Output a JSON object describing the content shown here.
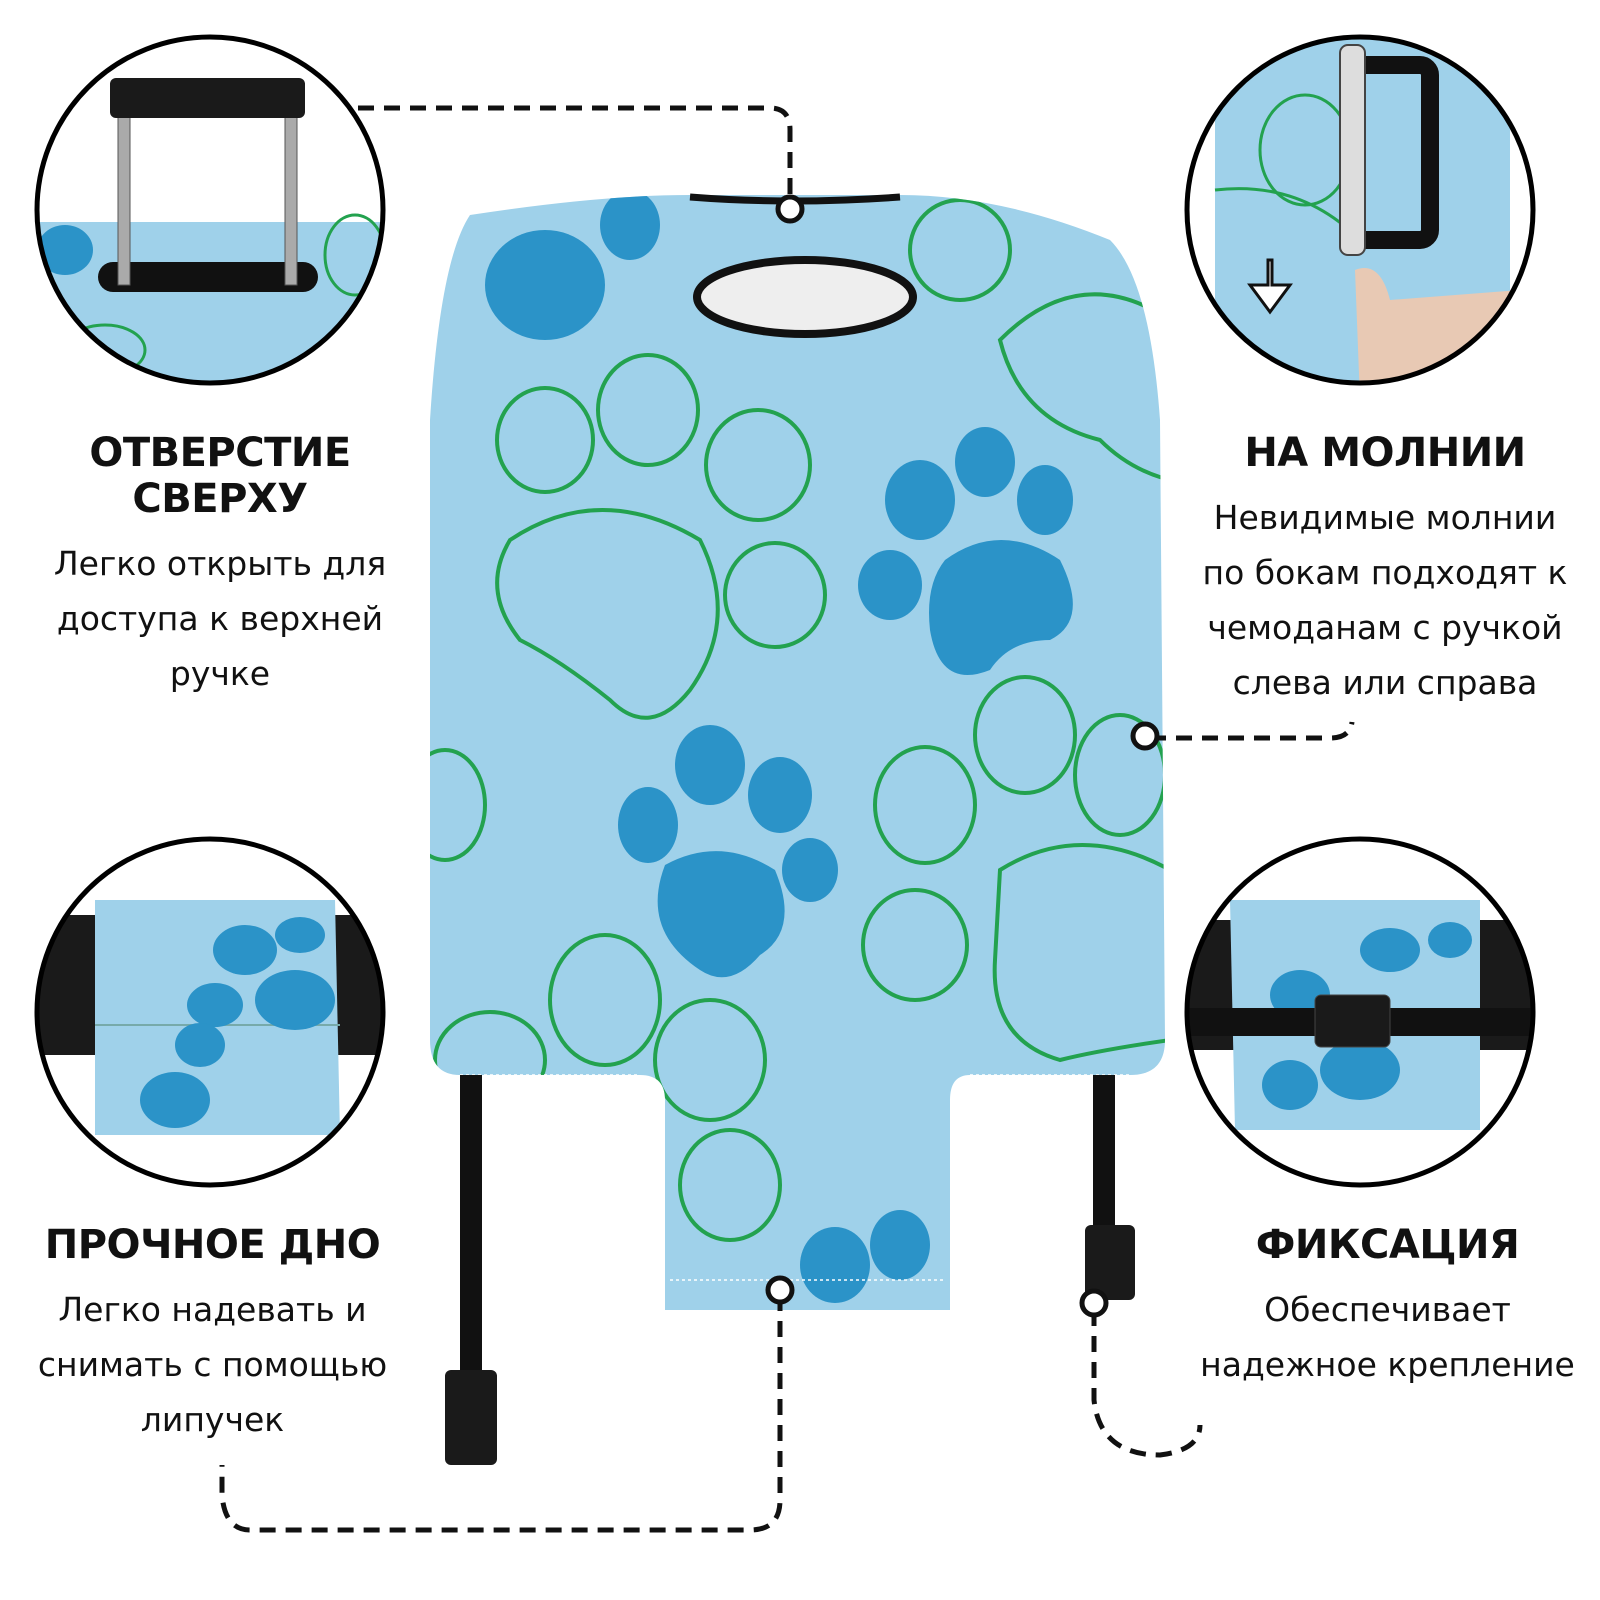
{
  "features": [
    {
      "title": "ОТВЕРСТИЕ СВЕРХУ",
      "lines": [
        "Легко открыть для",
        "доступа к верхней",
        "ручке"
      ]
    },
    {
      "title": "НА МОЛНИИ",
      "lines": [
        "Невидимые молнии",
        "по бокам подходят к",
        "чемоданам с ручкой",
        "слева или справа"
      ]
    },
    {
      "title": "ПРОЧНОЕ ДНО",
      "lines": [
        "Легко надевать и",
        "снимать с помощью",
        "липучек"
      ]
    },
    {
      "title": "ФИКСАЦИЯ",
      "lines": [
        "Обеспечивает",
        "надежное крепление"
      ]
    }
  ],
  "colors": {
    "fabric": "#9fd1ea",
    "paw_fill": "#2b93c8",
    "paw_outline": "#23a24f",
    "line": "#111111"
  }
}
